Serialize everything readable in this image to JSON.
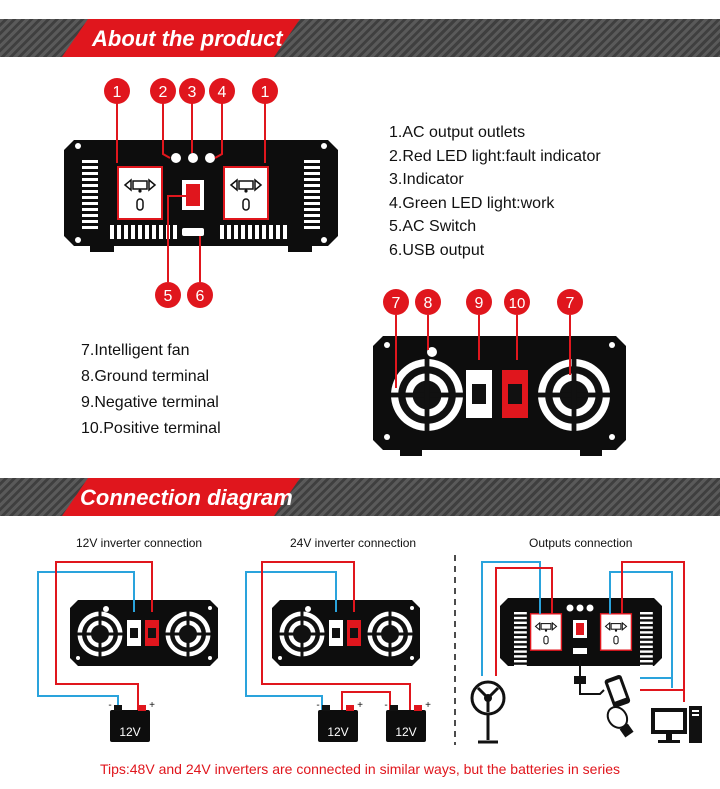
{
  "sections": {
    "about_title": "About the product",
    "connection_title": "Connection diagram"
  },
  "front_legend": [
    "1.AC output outlets",
    "2.Red LED light:fault indicator",
    "3.Indicator",
    "4.Green LED light:work",
    "5.AC Switch",
    "6.USB output"
  ],
  "rear_legend": [
    "7.Intelligent fan",
    "8.Ground terminal",
    "9.Negative terminal",
    "10.Positive terminal"
  ],
  "front_callouts": [
    "1",
    "2",
    "3",
    "4",
    "1",
    "5",
    "6"
  ],
  "rear_callouts": [
    "7",
    "8",
    "9",
    "10",
    "7"
  ],
  "diagrams": {
    "caption_12v": "12V inverter connection",
    "caption_24v": "24V inverter connection",
    "caption_outputs": "Outputs connection",
    "battery_label": "12V",
    "terminal_minus": "-",
    "terminal_plus": "+"
  },
  "tips": "Tips:48V and 24V inverters are connected in similar ways, but the batteries in series",
  "colors": {
    "accent": "#e0161d",
    "wire_blue": "#2aa3dc",
    "wire_red": "#e0161d",
    "body": "#0d0d0d"
  }
}
